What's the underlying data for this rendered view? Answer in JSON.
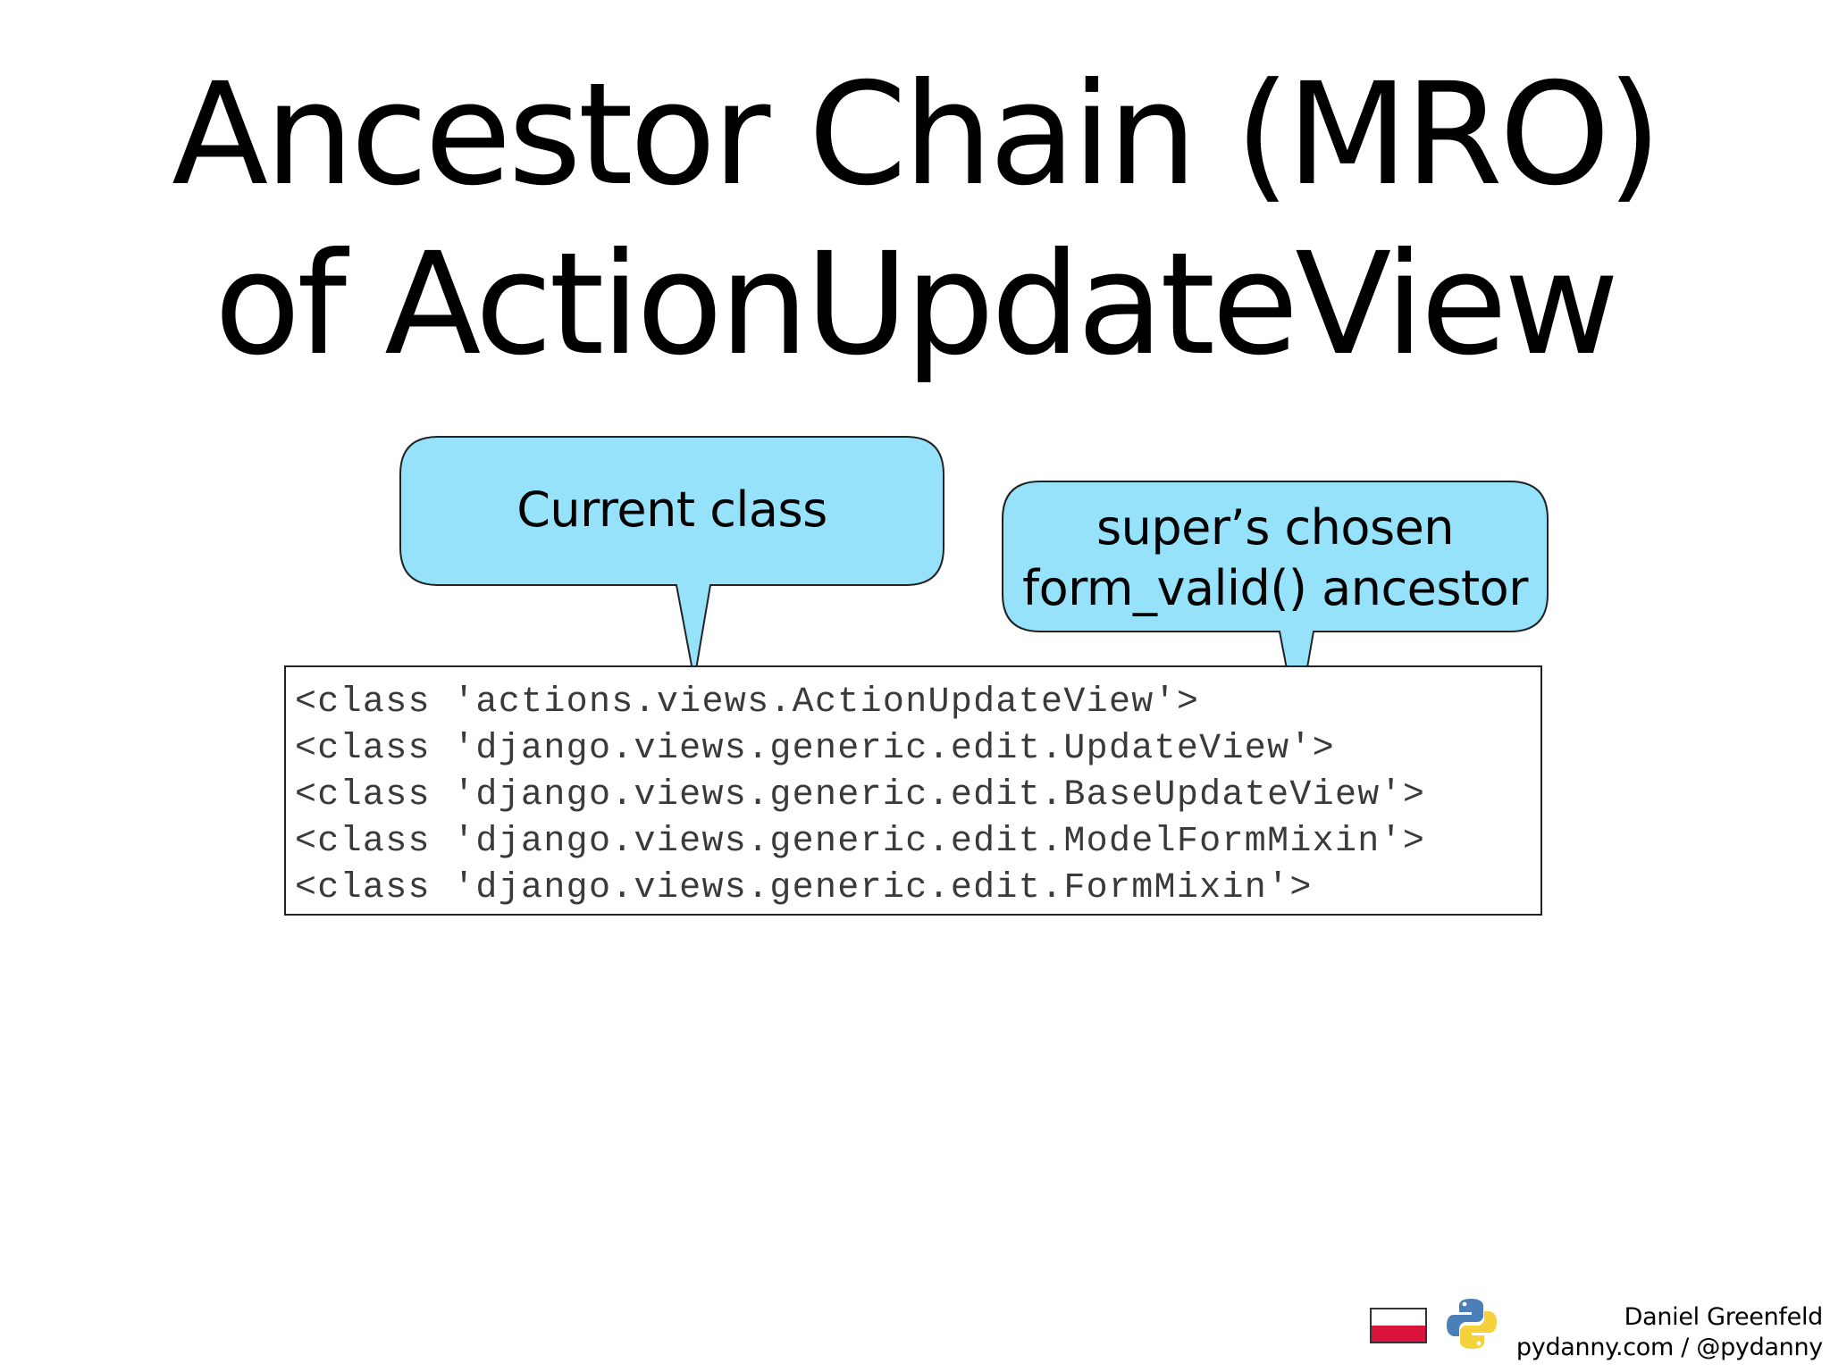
{
  "title": {
    "line1": "Ancestor Chain (MRO)",
    "line2": "of ActionUpdateView"
  },
  "callouts": {
    "current_class": {
      "text": "Current class",
      "fill": "#96e2fb"
    },
    "super_chosen": {
      "line1": "super’s chosen",
      "line2": "form_valid() ancestor",
      "fill": "#96e2fb"
    }
  },
  "mro": [
    "<class 'actions.views.ActionUpdateView'>",
    "<class 'django.views.generic.edit.UpdateView'>",
    "<class 'django.views.generic.edit.BaseUpdateView'>",
    "<class 'django.views.generic.edit.ModelFormMixin'>",
    "<class 'django.views.generic.edit.FormMixin'>"
  ],
  "footer": {
    "author": "Daniel Greenfeld",
    "site": "pydanny.com / @pydanny",
    "flag_icon": "poland-flag-icon",
    "logo_icon": "python-logo-icon"
  }
}
